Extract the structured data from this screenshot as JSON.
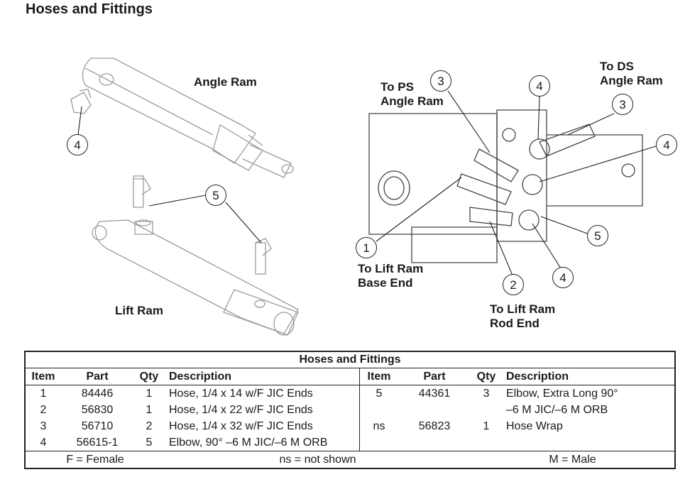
{
  "page": {
    "title": "Hoses and Fittings"
  },
  "diagram": {
    "labels": {
      "angle_ram": "Angle Ram",
      "lift_ram": "Lift Ram",
      "to_ps_angle_ram": [
        "To PS",
        "Angle Ram"
      ],
      "to_ds_angle_ram": [
        "To DS",
        "Angle Ram"
      ],
      "to_lift_ram_base_end": [
        "To Lift Ram",
        "Base End"
      ],
      "to_lift_ram_rod_end": [
        "To Lift Ram",
        "Rod End"
      ]
    },
    "callouts": [
      "4",
      "5",
      "3",
      "4",
      "3",
      "4",
      "1",
      "5",
      "2",
      "4"
    ]
  },
  "table": {
    "caption": "Hoses and Fittings",
    "headers": [
      "Item",
      "Part",
      "Qty",
      "Description",
      "Item",
      "Part",
      "Qty",
      "Description"
    ],
    "rows": [
      {
        "left": [
          "1",
          "84446",
          "1",
          "Hose, 1/4 x 14 w/F JIC Ends"
        ],
        "right": [
          "5",
          "44361",
          "3",
          "Elbow, Extra Long 90°"
        ]
      },
      {
        "left": [
          "2",
          "56830",
          "1",
          "Hose, 1/4 x 22 w/F JIC Ends"
        ],
        "right": [
          "",
          "",
          "",
          "–6 M JIC/–6 M ORB"
        ]
      },
      {
        "left": [
          "3",
          "56710",
          "2",
          "Hose, 1/4 x 32 w/F JIC Ends"
        ],
        "right": [
          "ns",
          "56823",
          "1",
          "Hose Wrap"
        ]
      },
      {
        "left": [
          "4",
          "56615-1",
          "5",
          "Elbow, 90° –6 M JIC/–6 M ORB"
        ],
        "right": [
          "",
          "",
          "",
          ""
        ]
      }
    ],
    "legend": [
      "F = Female",
      "ns = not shown",
      "M = Male"
    ]
  }
}
